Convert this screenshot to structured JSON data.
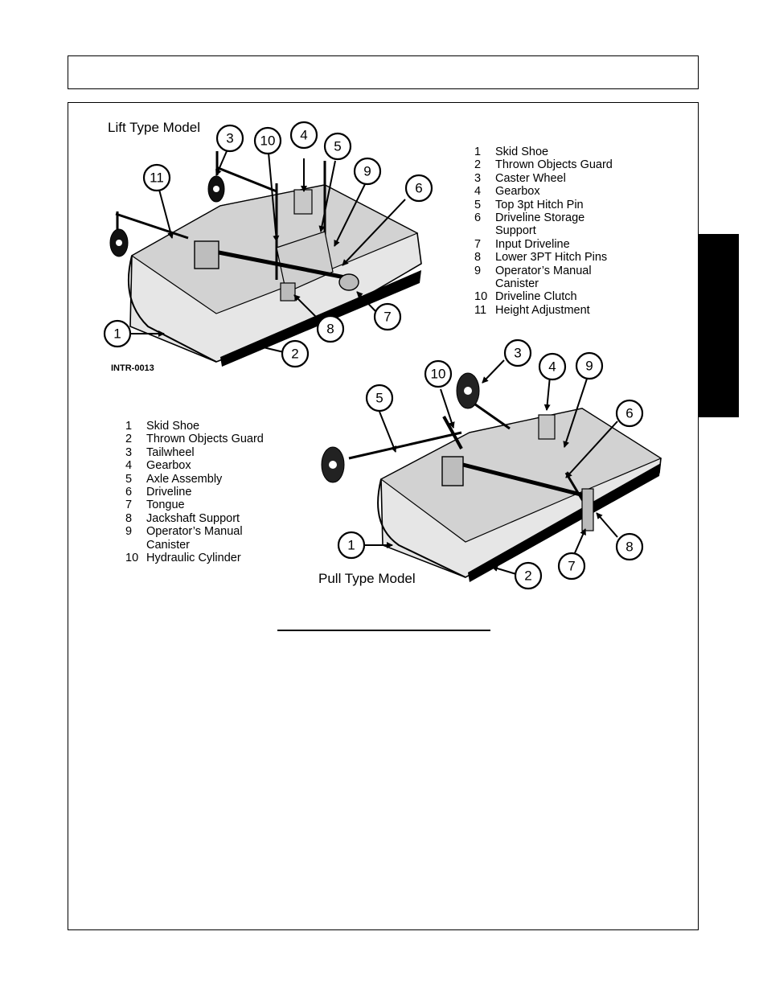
{
  "figure": {
    "id": "INTR-0013",
    "lift": {
      "title": "Lift Type Model",
      "legend": [
        {
          "num": "1",
          "lines": [
            "Skid Shoe"
          ]
        },
        {
          "num": "2",
          "lines": [
            "Thrown Objects Guard"
          ]
        },
        {
          "num": "3",
          "lines": [
            "Caster Wheel"
          ]
        },
        {
          "num": "4",
          "lines": [
            "Gearbox"
          ]
        },
        {
          "num": "5",
          "lines": [
            "Top 3pt Hitch Pin"
          ]
        },
        {
          "num": "6",
          "lines": [
            "Driveline Storage",
            "Support"
          ]
        },
        {
          "num": "7",
          "lines": [
            "Input Driveline"
          ]
        },
        {
          "num": "8",
          "lines": [
            "Lower 3PT Hitch Pins"
          ]
        },
        {
          "num": "9",
          "lines": [
            "Operator’s Manual",
            "Canister"
          ]
        },
        {
          "num": "10",
          "lines": [
            "Driveline Clutch"
          ]
        },
        {
          "num": "11",
          "lines": [
            "Height Adjustment"
          ]
        }
      ],
      "callouts": [
        "1",
        "2",
        "3",
        "4",
        "5",
        "6",
        "7",
        "8",
        "9",
        "10",
        "11"
      ]
    },
    "pull": {
      "title": "Pull Type Model",
      "legend": [
        {
          "num": "1",
          "lines": [
            "Skid Shoe"
          ]
        },
        {
          "num": "2",
          "lines": [
            "Thrown Objects Guard"
          ]
        },
        {
          "num": "3",
          "lines": [
            "Tailwheel"
          ]
        },
        {
          "num": "4",
          "lines": [
            "Gearbox"
          ]
        },
        {
          "num": "5",
          "lines": [
            "Axle Assembly"
          ]
        },
        {
          "num": "6",
          "lines": [
            "Driveline"
          ]
        },
        {
          "num": "7",
          "lines": [
            "Tongue"
          ]
        },
        {
          "num": "8",
          "lines": [
            "Jackshaft Support"
          ]
        },
        {
          "num": "9",
          "lines": [
            "Operator’s Manual",
            "Canister"
          ]
        },
        {
          "num": "10",
          "lines": [
            "Hydraulic Cylinder"
          ]
        }
      ],
      "callouts": [
        "1",
        "2",
        "3",
        "4",
        "5",
        "6",
        "7",
        "8",
        "9",
        "10"
      ]
    }
  }
}
